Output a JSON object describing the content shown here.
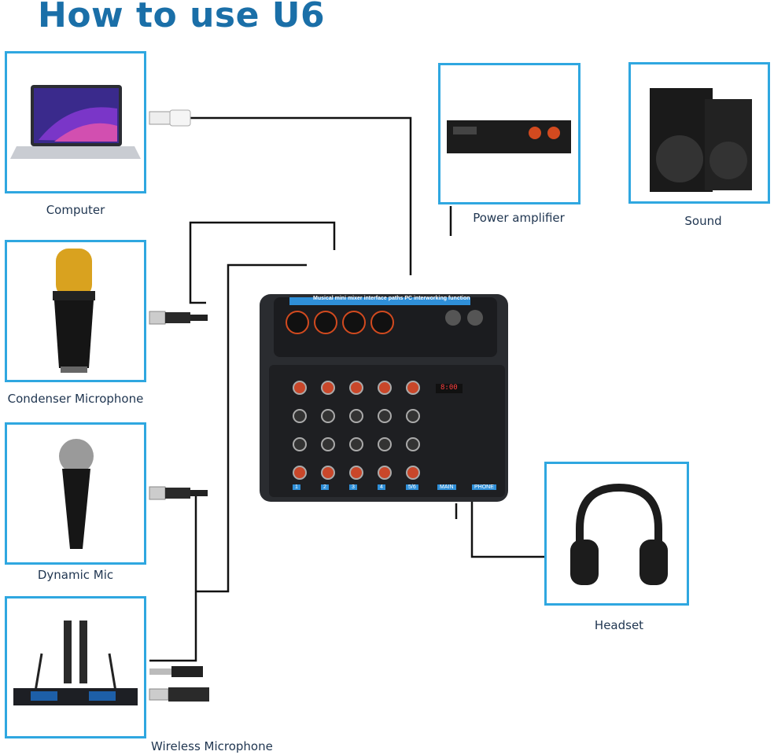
{
  "title": "How to use U6",
  "devices": {
    "computer": {
      "label": "Computer",
      "icon": "laptop-icon"
    },
    "condenser": {
      "label": "Condenser Microphone",
      "icon": "condenser-microphone-icon"
    },
    "dynamic": {
      "label": "Dynamic Mic",
      "icon": "dynamic-microphone-icon"
    },
    "wireless": {
      "label": "Wireless Microphone",
      "icon": "wireless-microphone-receiver-icon"
    },
    "amplifier": {
      "label": "Power amplifier",
      "icon": "power-amplifier-icon"
    },
    "sound": {
      "label": "Sound",
      "icon": "speaker-icon"
    },
    "headset": {
      "label": "Headset",
      "icon": "headphones-icon"
    }
  },
  "mixer": {
    "banner": "Musical mini mixer interface paths PC interworking function",
    "channels": [
      "1",
      "2",
      "3",
      "4",
      "5/6",
      "MAIN",
      "PHONE"
    ],
    "display": "8:00",
    "colors": {
      "body": "#2a2c30",
      "panel": "#1b1c1f",
      "accent": "#2f8fd8",
      "knob": "#c9472a"
    }
  },
  "colors": {
    "border": "#2fa7e0",
    "title": "#1a6fa8",
    "wire": "#111111"
  }
}
